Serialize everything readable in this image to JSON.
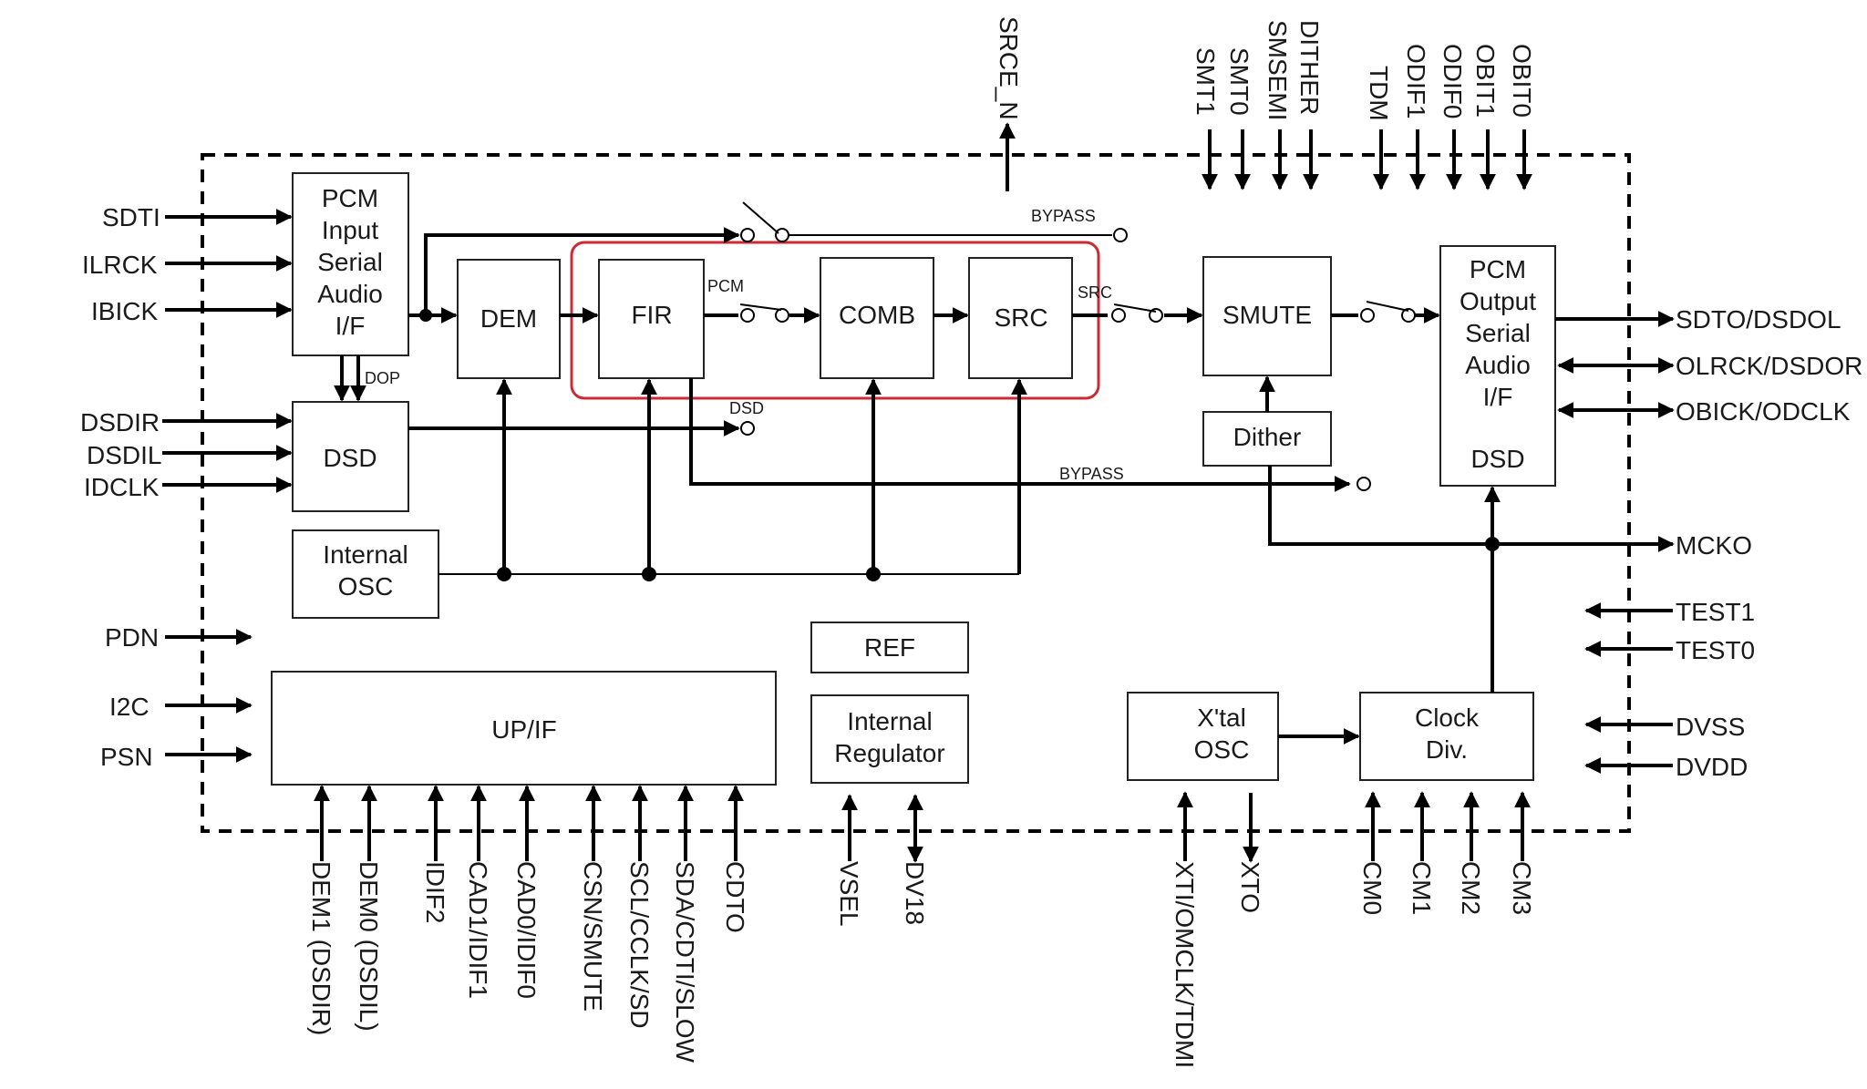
{
  "blocks": {
    "pcm_in": [
      "PCM",
      "Input",
      "Serial",
      "Audio",
      "I/F"
    ],
    "dem": "DEM",
    "fir": "FIR",
    "comb": "COMB",
    "src": "SRC",
    "smute": "SMUTE",
    "pcm_out": [
      "PCM",
      "Output",
      "Serial",
      "Audio",
      "I/F"
    ],
    "pcm_out_dsd": "DSD",
    "dsd": "DSD",
    "dither": "Dither",
    "osc": [
      "Internal",
      "OSC"
    ],
    "upif": "UP/IF",
    "ref": "REF",
    "regulator": [
      "Internal",
      "Regulator"
    ],
    "xtal": [
      "X'tal",
      "OSC"
    ],
    "clkdiv": [
      "Clock",
      "Div."
    ]
  },
  "signal_labels": {
    "bypass_top": "BYPASS",
    "bypass_mid": "BYPASS",
    "pcm": "PCM",
    "src": "SRC",
    "dsd": "DSD",
    "dop": "DOP"
  },
  "pins_left": [
    "SDTI",
    "ILRCK",
    "IBICK",
    "DSDIR",
    "DSDIL",
    "IDCLK",
    "PDN",
    "I2C",
    "PSN"
  ],
  "pins_right": [
    "SDTO/DSDOL",
    "OLRCK/DSDOR",
    "OBICK/ODCLK",
    "MCKO",
    "TEST1",
    "TEST0",
    "DVSS",
    "DVDD"
  ],
  "pins_top": [
    "SRCE_N",
    "SMT1",
    "SMT0",
    "SMSEMI",
    "DITHER",
    "TDM",
    "ODIF1",
    "ODIF0",
    "OBIT1",
    "OBIT0"
  ],
  "pins_bottom": [
    "DEM1 (DSDIR)",
    "DEM0 (DSDIL)",
    "IDIF2",
    "CAD1/IDIF1",
    "CAD0/IDIF0",
    "CSN/SMUTE",
    "SCL/CCLK/SD",
    "SDA/CDTI/SLOW",
    "CDTO",
    "VSEL",
    "DV18",
    "XTI/OMCLK/TDMI",
    "XTO",
    "CM0",
    "CM1",
    "CM2",
    "CM3"
  ],
  "highlight_color": "#cc2a36"
}
